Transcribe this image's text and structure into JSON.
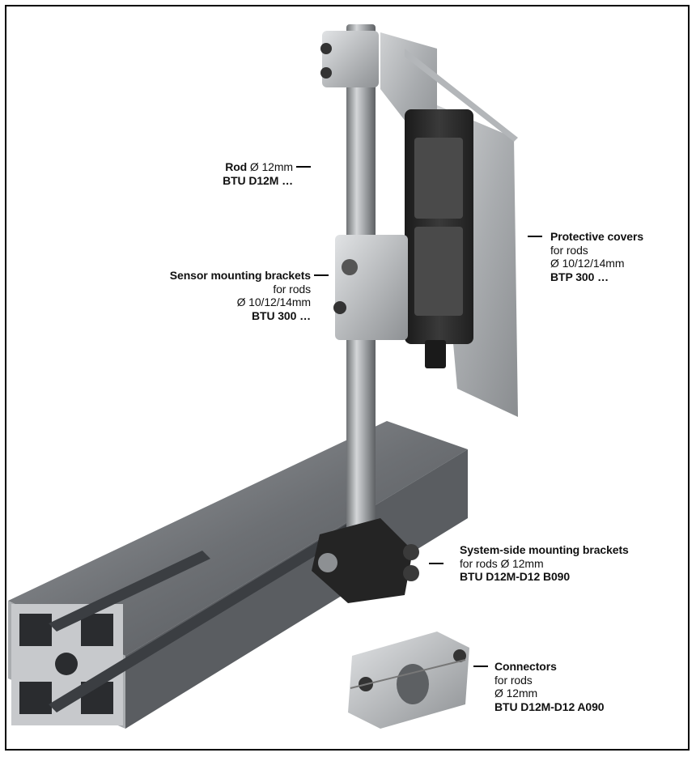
{
  "labels": {
    "rod": {
      "title": "Rod",
      "spec": "Ø 12mm",
      "part": "BTU D12M …"
    },
    "sensor_brackets": {
      "title": "Sensor mounting brackets",
      "line2": "for rods",
      "line3": "Ø 10/12/14mm",
      "part": "BTU 300 …"
    },
    "protective_covers": {
      "title": "Protective covers",
      "line2": "for rods",
      "line3": "Ø 10/12/14mm",
      "part": "BTP 300 …"
    },
    "system_brackets": {
      "title": "System-side mounting brackets",
      "line2": "for rods Ø 12mm",
      "part": "BTU D12M-D12 B090"
    },
    "connectors": {
      "title": "Connectors",
      "line2": "for rods",
      "line3": "Ø 12mm",
      "part": "BTU D12M-D12 A090"
    }
  },
  "colors": {
    "frame": "#000000",
    "aluminium": "#b9bcbf",
    "steel": "#9a9da0",
    "dark_part": "#2a2a2a"
  }
}
